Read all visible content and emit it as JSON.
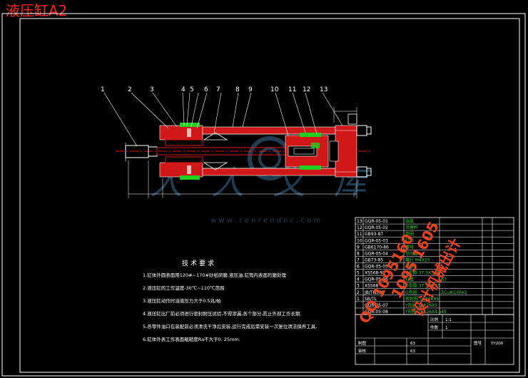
{
  "title": "液压缸A2",
  "colors": {
    "background": "#000000",
    "frame": "#ffffff",
    "title": "#ff2020",
    "part_fill": "#d01818",
    "table_text": "#ffffff",
    "green_text": "#20d020",
    "watermark": "#3a6f96",
    "overlay_text": "#e8401a"
  },
  "part_numbers": [
    "1",
    "2",
    "3",
    "4",
    "5",
    "6",
    "7",
    "8",
    "9",
    "10",
    "11",
    "12",
    "13"
  ],
  "watermark": {
    "brand": "人人文库",
    "url": "w w w . r e n r e n d o c . c o m"
  },
  "overlay": {
    "phone": "QQ 1095160",
    "phone2": "1095 1605",
    "service": "设计机械出计"
  },
  "tech_requirements": {
    "heading": "技术要求",
    "items": [
      "1.缸体外圆表面用120#~170#砂纸研磨.液压油.缸筒内表面珩磨处理",
      "2.液压缸的工作温度-30℃~110℃范围",
      "3.液压缸动作时油液压力大于0.5兆/帕",
      "4.液压缸出厂前必须进行密封耐压试验,不得渗漏,各个部分,防止外部工作长期.",
      "5.各零件油口在装配前必须清洗干净后安装,运行完成后需安装一次复位清洁保养工具.",
      "6.缸体外表工作表面粗糙度Ra不大于0.      25mm."
    ]
  },
  "bom": [
    {
      "no": "13",
      "code": "GQR-05-01",
      "name": "端盖"
    },
    {
      "no": "12",
      "code": "GQR-05-02",
      "name": "活塞杆"
    },
    {
      "no": "11",
      "code": "GB93-87",
      "name": "垫圈"
    },
    {
      "no": "10",
      "code": "GQR-05-03",
      "name": "缸筒"
    },
    {
      "no": "9",
      "code": "GB6170-86",
      "name": "螺母"
    },
    {
      "no": "8",
      "code": "GQR-05-04",
      "name": "导向套"
    },
    {
      "no": "7",
      "code": "GB73-85",
      "name": "螺钉 M4X25"
    },
    {
      "no": "6",
      "code": "GQR-05-05",
      "name": "活塞"
    },
    {
      "no": "5",
      "code": "XS568-92",
      "name": "O型圈 37.5X3.55"
    },
    {
      "no": "4",
      "code": "GQR-05-06",
      "name": "缸盖",
      "qty": "A3"
    },
    {
      "no": "3",
      "code": "XS568",
      "name": "O型圈 37.5X3.55"
    },
    {
      "no": "2",
      "code": "JB/TN568",
      "name": "O型圈",
      "material": "ZCuAl10Fe3"
    },
    {
      "no": "1",
      "code": "SB/TL",
      "name": "密封圈 16X26X5"
    },
    {
      "no": "",
      "code": "GQR-05-07",
      "name": "Y形圈 16X26X5"
    },
    {
      "no": "",
      "code": "GQR-05-08",
      "name": "Y形圈 16X26X4.5",
      "qty": "45"
    }
  ],
  "title_block": {
    "scale_label": "比例",
    "scale": "1:1",
    "qty_label": "件数",
    "qty": "1",
    "draw_label": "制图",
    "check_label": "审核",
    "designer": "63",
    "checker": "63",
    "sheet_label": "图号",
    "drawing_no": "YY200"
  }
}
